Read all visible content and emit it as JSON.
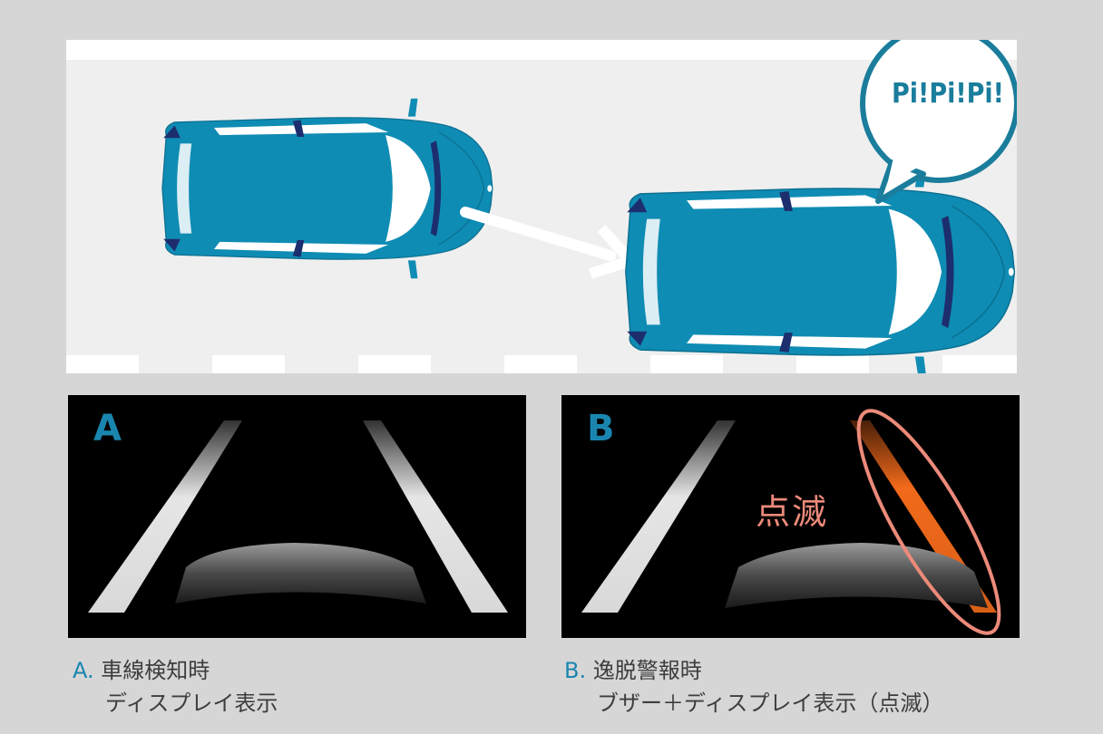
{
  "speech_bubble": {
    "text": "Pi!Pi!Pi!"
  },
  "panel_a": {
    "letter": "A"
  },
  "panel_b": {
    "letter": "B",
    "blink_label": "点滅"
  },
  "caption_a": {
    "prefix": "A.",
    "line1": "車線検知時",
    "line2": "ディスプレイ表示"
  },
  "caption_b": {
    "prefix": "B.",
    "line1": "逸脱警報時",
    "line2": "ブザー＋ディスプレイ表示（点滅）"
  },
  "colors": {
    "car_body": "#0f8cb4",
    "car_dark": "#1c2e6e",
    "accent_blue": "#1a86b0",
    "warning_orange": "#f26a1b",
    "highlight_ellipse": "#ec8a7a"
  }
}
